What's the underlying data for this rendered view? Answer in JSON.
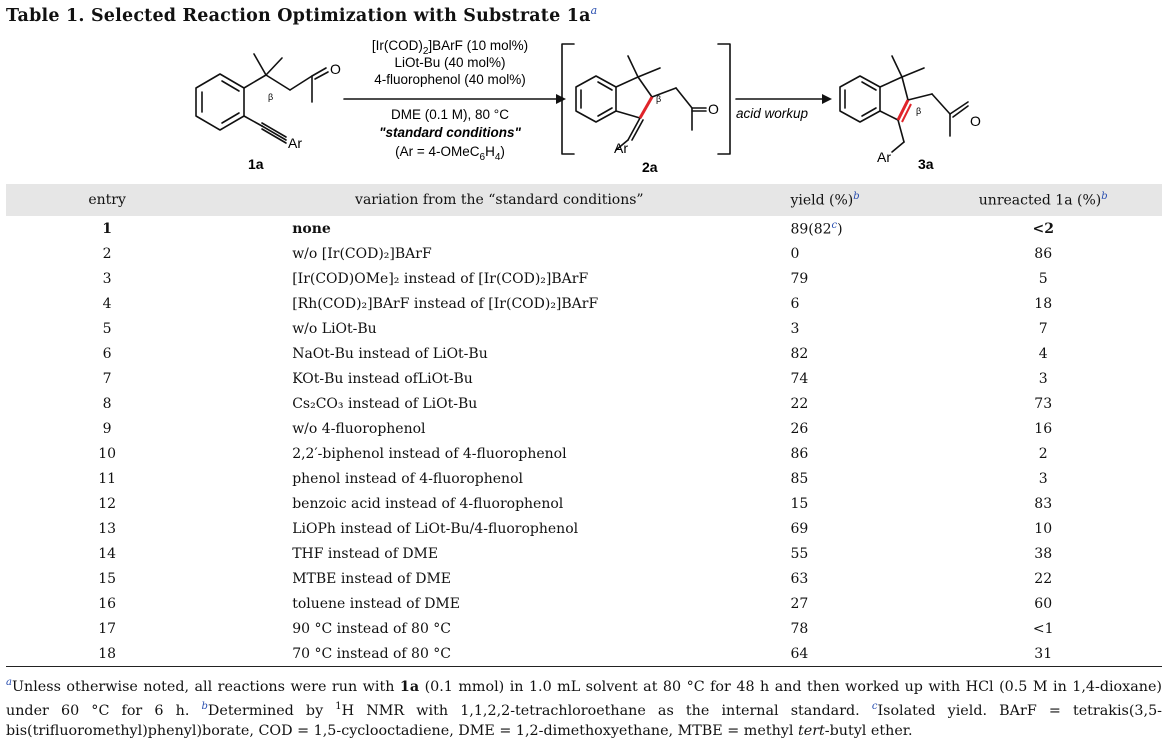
{
  "title": {
    "text": "Table 1. Selected Reaction Optimization with Substrate 1a",
    "footnote_mark": "a"
  },
  "scheme": {
    "conditions_line1": "[Ir(COD)",
    "conditions_line1_sub": "2",
    "conditions_line1_end": "]BArF (10 mol%)",
    "conditions_line2": "LiOt-Bu (40 mol%)",
    "conditions_line3": "4-fluorophenol (40 mol%)",
    "conditions_line4": "DME (0.1 M), 80 °C",
    "conditions_line5": "\"standard conditions\"",
    "conditions_line6": "(Ar = 4-OMeC",
    "conditions_line6_sub1": "6",
    "conditions_line6_mid": "H",
    "conditions_line6_sub2": "4",
    "conditions_line6_end": ")",
    "acid_workup": "acid workup",
    "labels": {
      "compound_1a": "1a",
      "compound_2a": "2a",
      "compound_3a": "3a",
      "ar": "Ar",
      "beta": "β",
      "oxygen": "O"
    },
    "colors": {
      "highlight_bond": "#e0242a"
    }
  },
  "table": {
    "headers": {
      "entry": "entry",
      "variation": "variation from the “standard conditions”",
      "yield": "yield (%)",
      "yield_mark": "b",
      "unreacted": "unreacted 1a (%)",
      "unreacted_mark": "b"
    },
    "rows": [
      {
        "entry": "1",
        "variation": "none",
        "yield": "89(82",
        "yield_mark": "c",
        "yield_end": ")",
        "unreacted": "<2"
      },
      {
        "entry": "2",
        "variation": "w/o [Ir(COD)₂]BArF",
        "yield": "0",
        "unreacted": "86"
      },
      {
        "entry": "3",
        "variation": "[Ir(COD)OMe]₂ instead of [Ir(COD)₂]BArF",
        "yield": "79",
        "unreacted": "5"
      },
      {
        "entry": "4",
        "variation": "[Rh(COD)₂]BArF instead of [Ir(COD)₂]BArF",
        "yield": "6",
        "unreacted": "18"
      },
      {
        "entry": "5",
        "variation": "w/o LiOt-Bu",
        "yield": "3",
        "unreacted": "7"
      },
      {
        "entry": "6",
        "variation": "NaOt-Bu instead of LiOt-Bu",
        "yield": "82",
        "unreacted": "4"
      },
      {
        "entry": "7",
        "variation": "KOt-Bu instead ofLiOt-Bu",
        "yield": "74",
        "unreacted": "3"
      },
      {
        "entry": "8",
        "variation": "Cs₂CO₃ instead of LiOt-Bu",
        "yield": "22",
        "unreacted": "73"
      },
      {
        "entry": "9",
        "variation": "w/o 4-fluorophenol",
        "yield": "26",
        "unreacted": "16"
      },
      {
        "entry": "10",
        "variation": "2,2′-biphenol instead of 4-fluorophenol",
        "yield": "86",
        "unreacted": "2"
      },
      {
        "entry": "11",
        "variation": "phenol instead of 4-fluorophenol",
        "yield": "85",
        "unreacted": "3"
      },
      {
        "entry": "12",
        "variation": "benzoic acid instead of 4-fluorophenol",
        "yield": "15",
        "unreacted": "83"
      },
      {
        "entry": "13",
        "variation": "LiOPh instead of LiOt-Bu/4-fluorophenol",
        "yield": "69",
        "unreacted": "10"
      },
      {
        "entry": "14",
        "variation": "THF instead of DME",
        "yield": "55",
        "unreacted": "38"
      },
      {
        "entry": "15",
        "variation": "MTBE instead of DME",
        "yield": "63",
        "unreacted": "22"
      },
      {
        "entry": "16",
        "variation": "toluene instead of DME",
        "yield": "27",
        "unreacted": "60"
      },
      {
        "entry": "17",
        "variation": "90 °C instead of 80 °C",
        "yield": "78",
        "unreacted": "<1"
      },
      {
        "entry": "18",
        "variation": "70 °C instead of 80 °C",
        "yield": "64",
        "unreacted": "31"
      }
    ]
  },
  "footnotes": {
    "a_mark": "a",
    "a_text1": "Unless otherwise noted, all reactions were run with ",
    "a_bold": "1a",
    "a_text2": " (0.1 mmol) in 1.0 mL solvent at 80 °C for 48 h and then worked up with HCl (0.5 M in 1,4-dioxane) under 60 °C for 6 h. ",
    "b_mark": "b",
    "b_text1": "Determined by ",
    "b_sup": "1",
    "b_text2": "H NMR with 1,1,2,2-tetrachloroethane as the internal standard. ",
    "c_mark": "c",
    "c_text": "Isolated yield. BArF = tetrakis(3,5-bis(trifluoromethyl)phenyl)borate, COD = 1,5-cyclooctadiene, DME = 1,2-dimethoxyethane, MTBE = methyl ",
    "c_italic": "tert",
    "c_end": "-butyl ether."
  }
}
